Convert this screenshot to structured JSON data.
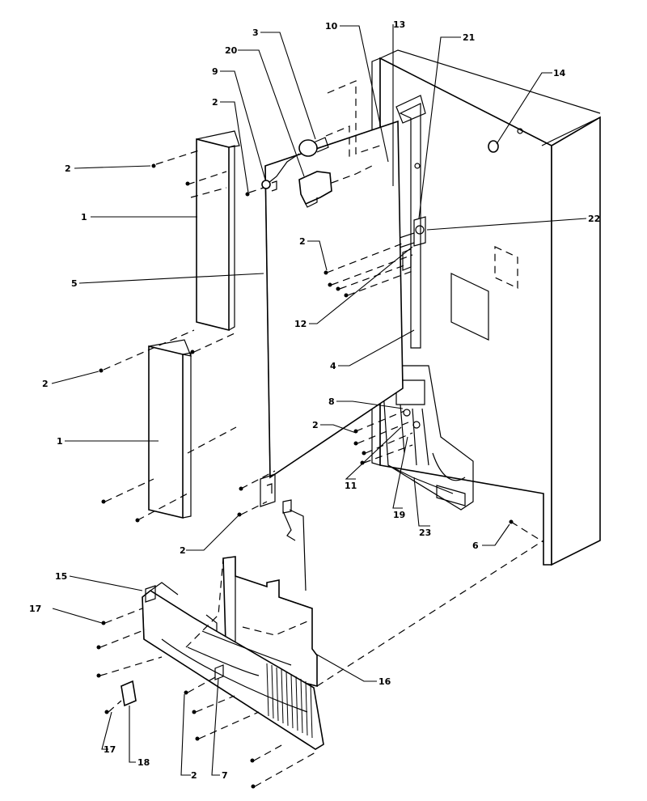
{
  "diagram": {
    "callouts": [
      {
        "id": "c-3",
        "label": "3"
      },
      {
        "id": "c-20",
        "label": "20"
      },
      {
        "id": "c-9",
        "label": "9"
      },
      {
        "id": "c-2a",
        "label": "2"
      },
      {
        "id": "c-2b",
        "label": "2"
      },
      {
        "id": "c-10",
        "label": "10"
      },
      {
        "id": "c-13",
        "label": "13"
      },
      {
        "id": "c-21",
        "label": "21"
      },
      {
        "id": "c-14",
        "label": "14"
      },
      {
        "id": "c-1a",
        "label": "1"
      },
      {
        "id": "c-22",
        "label": "22"
      },
      {
        "id": "c-2c",
        "label": "2"
      },
      {
        "id": "c-5",
        "label": "5"
      },
      {
        "id": "c-12",
        "label": "12"
      },
      {
        "id": "c-4",
        "label": "4"
      },
      {
        "id": "c-2d",
        "label": "2"
      },
      {
        "id": "c-8",
        "label": "8"
      },
      {
        "id": "c-2e",
        "label": "2"
      },
      {
        "id": "c-1b",
        "label": "1"
      },
      {
        "id": "c-11",
        "label": "11"
      },
      {
        "id": "c-19",
        "label": "19"
      },
      {
        "id": "c-23",
        "label": "23"
      },
      {
        "id": "c-6",
        "label": "6"
      },
      {
        "id": "c-2f",
        "label": "2"
      },
      {
        "id": "c-15",
        "label": "15"
      },
      {
        "id": "c-17a",
        "label": "17"
      },
      {
        "id": "c-16",
        "label": "16"
      },
      {
        "id": "c-17b",
        "label": "17"
      },
      {
        "id": "c-18",
        "label": "18"
      },
      {
        "id": "c-2g",
        "label": "2"
      },
      {
        "id": "c-7",
        "label": "7"
      }
    ]
  }
}
